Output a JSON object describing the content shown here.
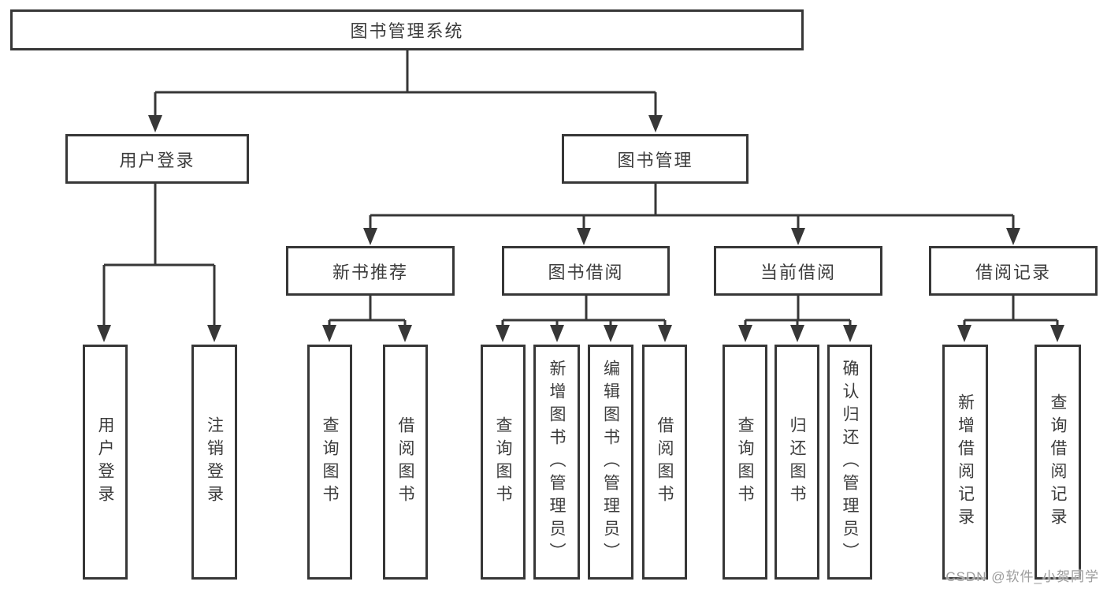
{
  "tree": {
    "root": "图书管理系统",
    "login": {
      "label": "用户登录",
      "children": [
        "用户登录",
        "注销登录"
      ]
    },
    "management": {
      "label": "图书管理",
      "sections": {
        "new_books": {
          "label": "新书推荐",
          "children": [
            "查询图书",
            "借阅图书"
          ]
        },
        "borrowing": {
          "label": "图书借阅",
          "children": [
            "查询图书",
            "新增图书（管理员）",
            "编辑图书（管理员）",
            "借阅图书"
          ]
        },
        "current": {
          "label": "当前借阅",
          "children": [
            "查询图书",
            "归还图书",
            "确认归还（管理员）"
          ]
        },
        "records": {
          "label": "借阅记录",
          "children": [
            "新增借阅记录",
            "查询借阅记录"
          ]
        }
      }
    }
  },
  "watermark": {
    "text": "CSDN @软件_小贺同学"
  },
  "colors": {
    "line": "#373737",
    "text": "#3c3c3c",
    "background": "#ffffff",
    "watermark": "#9c9c9c"
  }
}
